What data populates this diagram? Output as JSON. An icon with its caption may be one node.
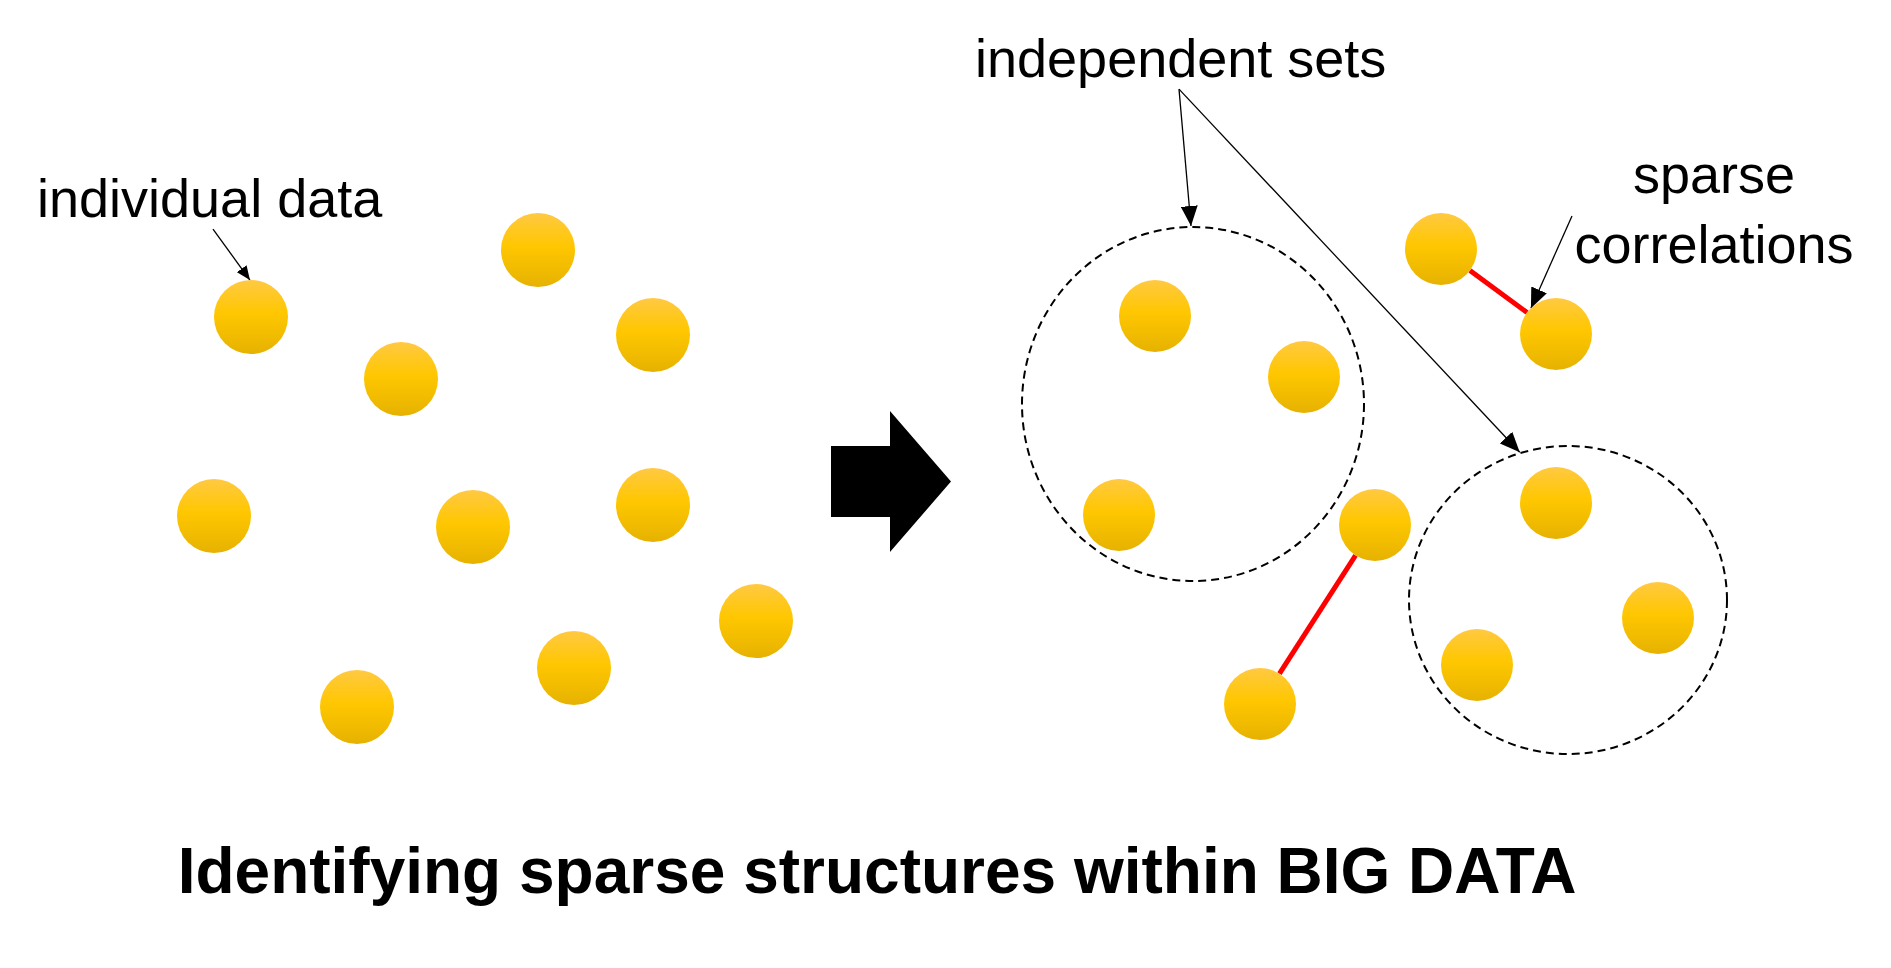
{
  "diagram": {
    "title": "Identifying sparse structures within BIG DATA",
    "nodes": [
      {
        "text": [
          "individual data"
        ]
      },
      {
        "text": [],
        "shape": "circle"
      },
      {
        "text": [],
        "shape": "circle"
      },
      {
        "text": [],
        "shape": "circle"
      },
      {
        "text": [],
        "shape": "circle"
      },
      {
        "text": [],
        "shape": "circle"
      },
      {
        "text": [],
        "shape": "circle"
      },
      {
        "text": [],
        "shape": "circle"
      },
      {
        "text": [],
        "shape": "circle"
      },
      {
        "text": [],
        "shape": "circle"
      },
      {
        "text": [],
        "shape": "circle"
      },
      {
        "text": [
          "independent sets"
        ]
      },
      {
        "text": [],
        "shape": "circle"
      },
      {
        "text": [],
        "shape": "circle",
        "in": 12
      },
      {
        "text": [],
        "shape": "circle",
        "in": 12
      },
      {
        "text": [],
        "shape": "circle",
        "in": 12
      },
      {
        "text": [
          "sparse correlations"
        ]
      },
      {
        "text": [],
        "shape": "circle"
      },
      {
        "text": [],
        "shape": "circle"
      },
      {
        "text": [],
        "shape": "circle"
      },
      {
        "text": [],
        "shape": "circle"
      },
      {
        "text": [],
        "shape": "circle"
      },
      {
        "text": [],
        "shape": "circle",
        "in": 21
      },
      {
        "text": [],
        "shape": "circle",
        "in": 21
      },
      {
        "text": [],
        "shape": "circle",
        "in": 21
      }
    ],
    "edges": [
      {
        "from": 0,
        "to": 1,
        "arrow": "to"
      },
      {
        "from": 11,
        "to": 12,
        "arrow": "to"
      },
      {
        "from": 11,
        "to": 21,
        "arrow": "to"
      },
      {
        "from": 16,
        "to": 18,
        "arrow": "to"
      },
      {
        "from": 17,
        "to": 18,
        "arrow": "none",
        "style": "thick",
        "color": "#ff0000"
      },
      {
        "from": 19,
        "to": 20,
        "arrow": "none",
        "style": "thick",
        "color": "#ff0000"
      }
    ]
  }
}
